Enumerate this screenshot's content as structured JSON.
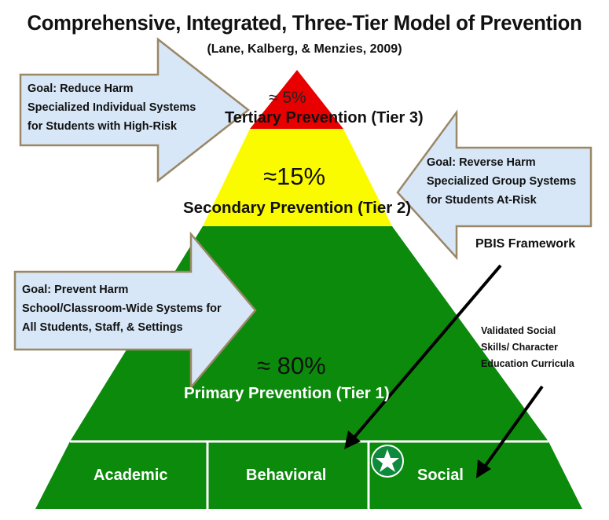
{
  "title": "Comprehensive, Integrated, Three-Tier Model of Prevention",
  "citation": "(Lane, Kalberg, & Menzies, 2009)",
  "tiers": {
    "tertiary": {
      "percent": "≈ 5%",
      "label": "Tertiary Prevention  (Tier 3)",
      "color": "#e80000"
    },
    "secondary": {
      "percent": "≈15%",
      "label": "Secondary Prevention (Tier 2)",
      "color": "#fbfb00"
    },
    "primary": {
      "percent": "≈  80%",
      "label": "Primary Prevention (Tier 1)",
      "color": "#0c8a0c"
    }
  },
  "goals": {
    "tertiary": {
      "line1": "Goal: Reduce Harm",
      "line2": "Specialized Individual Systems",
      "line3": "for Students with High-Risk"
    },
    "secondary": {
      "line1": "Goal: Reverse Harm",
      "line2": "Specialized Group Systems",
      "line3": "for Students At-Risk"
    },
    "primary": {
      "line1": "Goal: Prevent Harm",
      "line2": "School/Classroom-Wide Systems for",
      "line3": "All Students, Staff, & Settings"
    }
  },
  "base": {
    "academic": "Academic",
    "behavioral": "Behavioral",
    "social": "Social"
  },
  "annotations": {
    "pbis": "PBIS Framework",
    "curricula_line1": "Validated Social",
    "curricula_line2": "Skills/ Character",
    "curricula_line3": "Education  Curricula"
  },
  "colors": {
    "arrow_fill": "#d7e7f7",
    "arrow_stroke": "#9a8766",
    "primary_green": "#0c8a0c",
    "badge_green": "#0d8a3c"
  },
  "icons": {
    "badge": "star-icon",
    "pointer": "arrow-icon"
  }
}
